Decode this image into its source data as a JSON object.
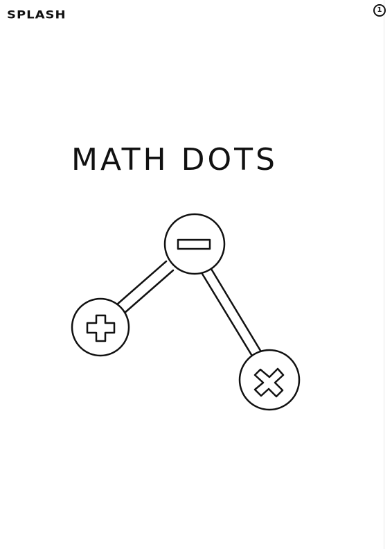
{
  "screen": {
    "label": "SPLASH",
    "page_number": "1"
  },
  "app": {
    "title": "MATH DOTS"
  },
  "logo": {
    "nodes": [
      {
        "name": "minus-dot",
        "symbol": "minus-icon"
      },
      {
        "name": "plus-dot",
        "symbol": "plus-icon"
      },
      {
        "name": "times-dot",
        "symbol": "times-icon"
      }
    ],
    "connections": [
      [
        "minus-dot",
        "plus-dot"
      ],
      [
        "minus-dot",
        "times-dot"
      ]
    ]
  }
}
